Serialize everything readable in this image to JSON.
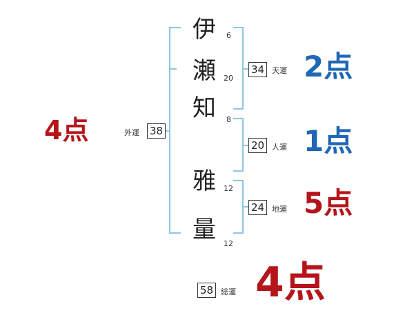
{
  "name": {
    "characters": [
      {
        "char": "伊",
        "strokes": "6"
      },
      {
        "char": "瀬",
        "strokes": "20"
      },
      {
        "char": "知",
        "strokes": "8"
      },
      {
        "char": "雅",
        "strokes": "12"
      },
      {
        "char": "量",
        "strokes": "12"
      }
    ]
  },
  "fortunes": {
    "gaiun": {
      "label": "外運",
      "value": "38",
      "score": "4点"
    },
    "tenun": {
      "label": "天運",
      "value": "34",
      "score": "2点"
    },
    "jinun": {
      "label": "人運",
      "value": "20",
      "score": "1点"
    },
    "chiun": {
      "label": "地運",
      "value": "24",
      "score": "5点"
    },
    "souun": {
      "label": "総運",
      "value": "58",
      "score": "4点"
    }
  },
  "colors": {
    "bracket": "#8ec6e6",
    "score_blue": "#1f67b4",
    "score_red": "#b5141a"
  }
}
